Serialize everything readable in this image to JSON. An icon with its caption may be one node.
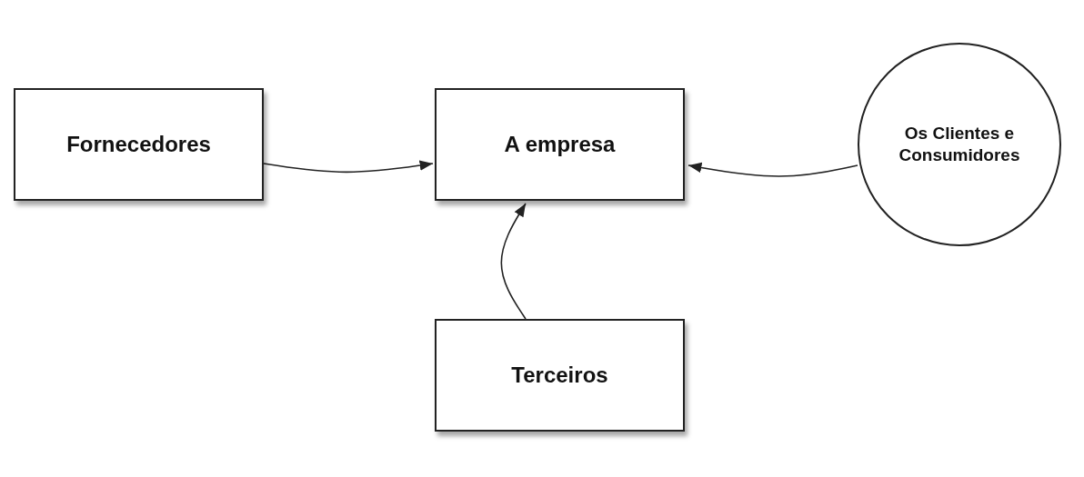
{
  "diagram": {
    "nodes": [
      {
        "text": [
          "Fornecedores"
        ]
      },
      {
        "text": [
          "A empresa"
        ]
      },
      {
        "text": [
          "Os Clientes e Consumidores"
        ]
      },
      {
        "text": [
          "Terceiros"
        ]
      }
    ],
    "edges": [
      {
        "from": 0,
        "to": 1,
        "arrow": "to"
      },
      {
        "from": 2,
        "to": 1,
        "arrow": "to"
      },
      {
        "from": 3,
        "to": 1,
        "arrow": "to"
      }
    ]
  }
}
